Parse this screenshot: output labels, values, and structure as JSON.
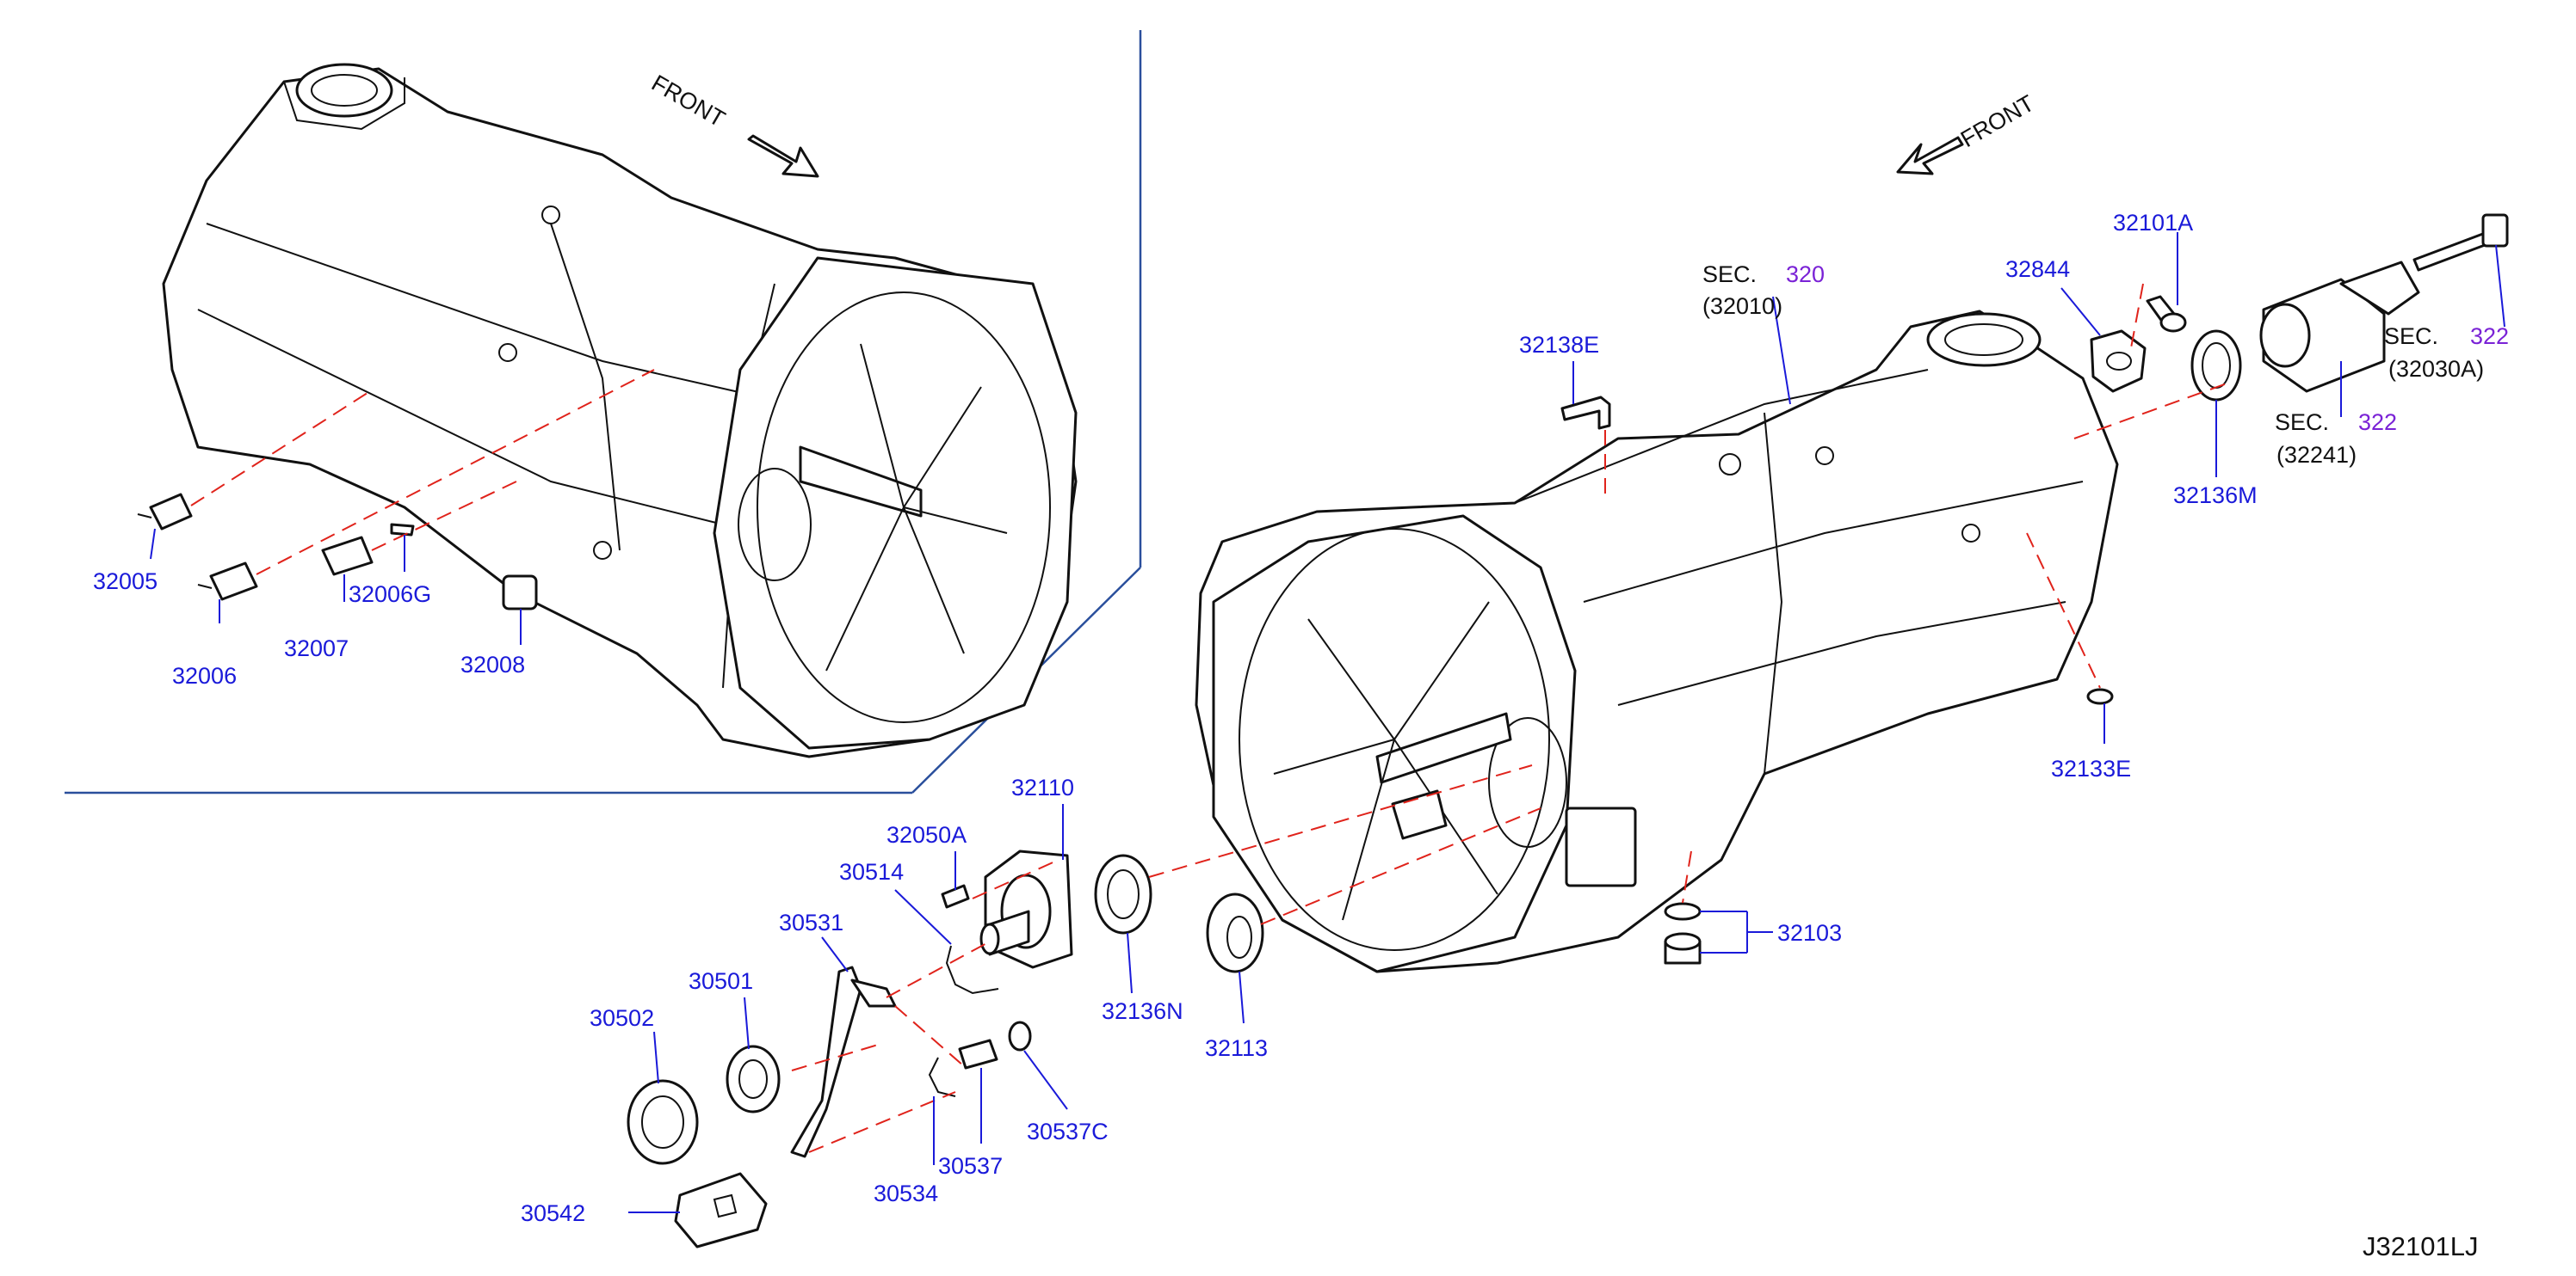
{
  "diagram_id": "J32101LJ",
  "front_labels": [
    "FRONT",
    "FRONT"
  ],
  "colors": {
    "part_number": "#1a1ad9",
    "section_ref": "#7a22d6",
    "alignment_line": "#e0231b",
    "frame_line": "#2a4f9c"
  },
  "parts_left": {
    "p32005": "32005",
    "p32006": "32006",
    "p32006g": "32006G",
    "p32007": "32007",
    "p32008": "32008"
  },
  "parts_right": {
    "p32101a": "32101A",
    "p32844": "32844",
    "p32138e": "32138E",
    "p32136m": "32136M",
    "p32133e": "32133E",
    "p32103": "32103",
    "p32110": "32110",
    "p32050a": "32050A",
    "p30514": "30514",
    "p30531": "30531",
    "p30501": "30501",
    "p30502": "30502",
    "p30542": "30542",
    "p30534": "30534",
    "p30537": "30537",
    "p30537c": "30537C",
    "p32136n": "32136N",
    "p32113": "32113"
  },
  "section_refs": {
    "sec_word": "SEC.",
    "sec320_num": "320",
    "sec320_part": "(32010)",
    "sec322a_num": "322",
    "sec322a_part": "(32030A)",
    "sec322b_num": "322",
    "sec322b_part": "(32241)"
  }
}
